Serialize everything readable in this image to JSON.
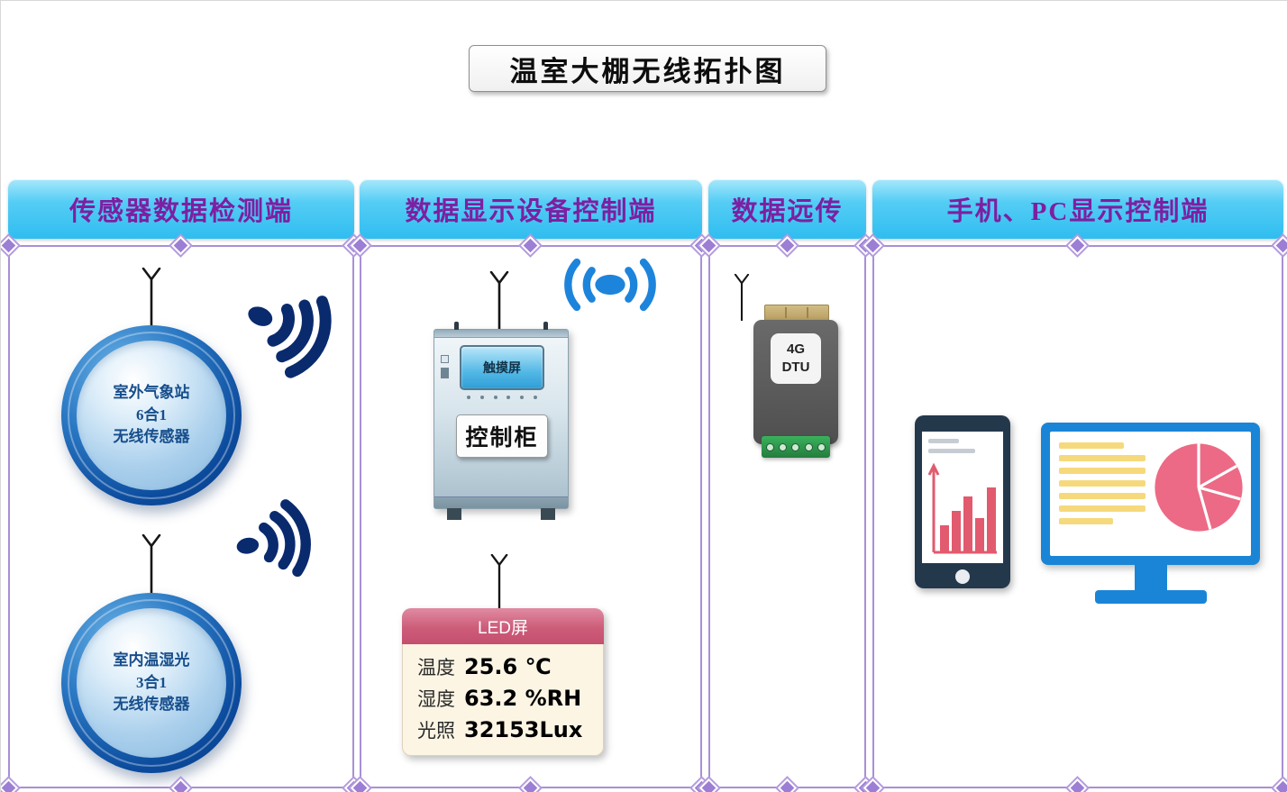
{
  "title": "温室大棚无线拓扑图",
  "columns": [
    {
      "header": "传感器数据检测端"
    },
    {
      "header": "数据显示设备控制端"
    },
    {
      "header": "数据远传"
    },
    {
      "header": "手机、PC显示控制端"
    }
  ],
  "sensor_nodes": [
    {
      "lines": [
        "室外气象站",
        "6合1",
        "无线传感器"
      ]
    },
    {
      "lines": [
        "室内温湿光",
        "3合1",
        "无线传感器"
      ]
    }
  ],
  "control_cabinet": {
    "screen_label": "触摸屏",
    "label": "控制柜"
  },
  "led_panel": {
    "title": "LED屏",
    "rows": [
      {
        "label": "温度",
        "value": "25.6 ℃"
      },
      {
        "label": "湿度",
        "value": "63.2 %RH"
      },
      {
        "label": "光照",
        "value": "32153Lux"
      }
    ]
  },
  "dtu": {
    "lines": [
      "4G",
      "DTU"
    ]
  },
  "icons": {
    "antenna": "antenna-icon",
    "wireless_signal": "wireless-signal-icon",
    "broadcast": "broadcast-icon",
    "touch_screen": "touch-screen",
    "bar_chart": "bar-chart-icon",
    "pie_chart": "pie-chart-icon",
    "smartphone": "smartphone-illustration",
    "monitor": "pc-monitor-illustration"
  },
  "colors": {
    "header_background": "#3cc3f2",
    "header_text": "#7d1fa2",
    "frame_border": "#a98fd6",
    "signal_navy": "#0a2a6e",
    "broadcast_blue": "#1d84dc",
    "sphere_blue": "#0b4a9c",
    "led_header_pink": "#cd5c79",
    "led_body_cream": "#fcf5e4",
    "dtu_gray": "#5b5b5b",
    "dtu_terminal_green": "#2f9e4f",
    "phone_navy": "#24384c",
    "chart_red": "#e25a6e",
    "monitor_blue": "#1a85d6",
    "monitor_line_yellow": "#f6d97c",
    "pie_pink": "#ec6a85"
  }
}
